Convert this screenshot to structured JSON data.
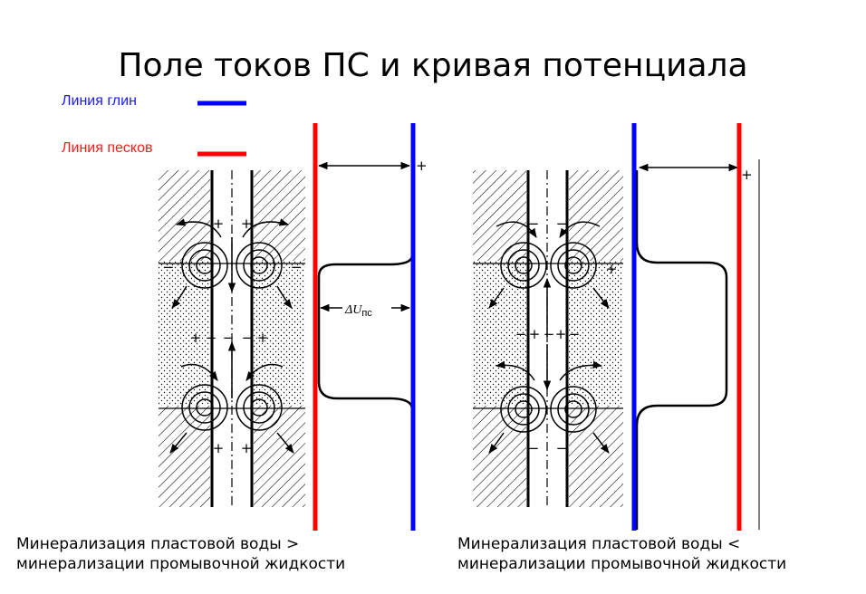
{
  "title": "Поле токов ПС и кривая потенциала",
  "legend": {
    "clay": {
      "label": "Линия глин",
      "color": "#0000ff"
    },
    "sand": {
      "label": "Линия песков",
      "color": "#ff0000"
    }
  },
  "delta_label": {
    "symbol": "ΔU",
    "subscript": "пс"
  },
  "captions": {
    "left": [
      "Минерализация пластовой воды >",
      "минерализации промывочной жидкости"
    ],
    "right": [
      "Минерализация пластовой воды <",
      "минерализации промывочной жидкости"
    ]
  }
}
